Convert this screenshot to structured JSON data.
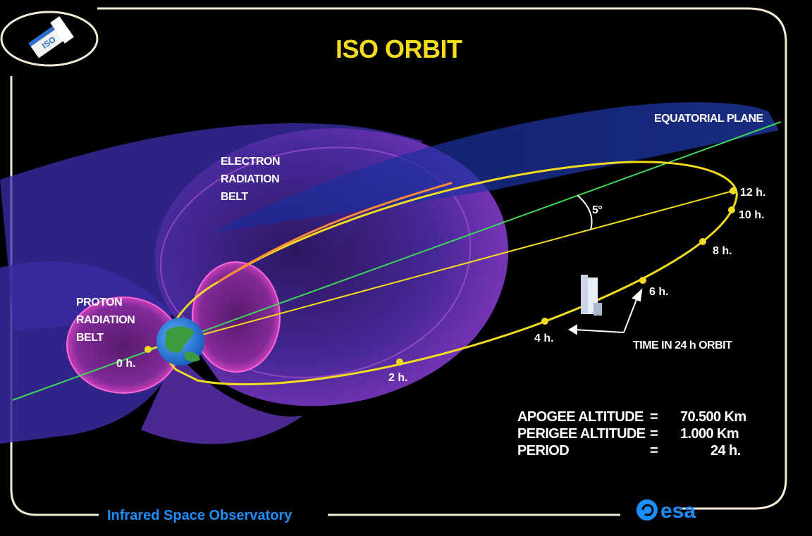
{
  "title": "ISO ORBIT",
  "labels": {
    "equatorial_plane": "EQUATORIAL PLANE",
    "electron_belt": [
      "ELECTRON",
      "RADIATION",
      "BELT"
    ],
    "proton_belt": [
      "PROTON",
      "RADIATION",
      "BELT"
    ],
    "inclination": "5°",
    "time_caption": "TIME IN 24 h ORBIT"
  },
  "orbit_points": [
    {
      "label": "0 h."
    },
    {
      "label": "2 h."
    },
    {
      "label": "4 h."
    },
    {
      "label": "6 h."
    },
    {
      "label": "8 h."
    },
    {
      "label": "10 h."
    },
    {
      "label": "12 h."
    }
  ],
  "specs": [
    {
      "name": "APOGEE  ALTITUDE",
      "eq": "=",
      "value": "70.500  Km"
    },
    {
      "name": "PERIGEE  ALTITUDE",
      "eq": "=",
      "value": "1.000  Km"
    },
    {
      "name": "PERIOD",
      "eq": "=",
      "value": "24  h."
    }
  ],
  "footer": {
    "mission": "Infrared Space Observatory",
    "agency": "esa"
  },
  "badge_text": "ISO",
  "colors": {
    "background": "#000000",
    "title": "#f3dc1e",
    "orbit": "#f3dc1e",
    "equatorial_line": "#3ed65a",
    "footer_text": "#1c8fff",
    "belt_blue": "#2a3fc8",
    "belt_magenta": "#c0309a"
  }
}
